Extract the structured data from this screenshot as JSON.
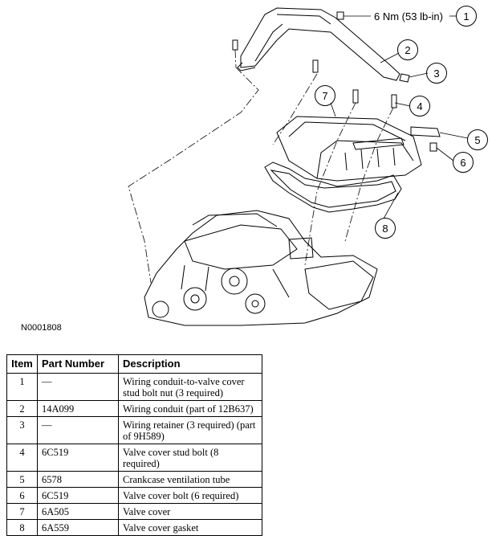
{
  "callouts": [
    {
      "number": "1",
      "torque": "6 Nm (53 lb-in)"
    },
    {
      "number": "2"
    },
    {
      "number": "3"
    },
    {
      "number": "4"
    },
    {
      "number": "5"
    },
    {
      "number": "6"
    },
    {
      "number": "7"
    },
    {
      "number": "8"
    }
  ],
  "figure_id": "N0001808",
  "table": {
    "headers": [
      "Item",
      "Part Number",
      "Description"
    ],
    "rows": [
      {
        "item": "1",
        "part": "—",
        "desc": "Wiring conduit-to-valve cover stud bolt nut (3 required)"
      },
      {
        "item": "2",
        "part": "14A099",
        "desc": "Wiring conduit (part of 12B637)"
      },
      {
        "item": "3",
        "part": "—",
        "desc": "Wiring retainer (3 required) (part of 9H589)"
      },
      {
        "item": "4",
        "part": "6C519",
        "desc": "Valve cover stud bolt (8 required)"
      },
      {
        "item": "5",
        "part": "6578",
        "desc": "Crankcase ventilation tube"
      },
      {
        "item": "6",
        "part": "6C519",
        "desc": "Valve cover bolt (6 required)"
      },
      {
        "item": "7",
        "part": "6A505",
        "desc": "Valve cover"
      },
      {
        "item": "8",
        "part": "6A559",
        "desc": "Valve cover gasket"
      }
    ]
  }
}
